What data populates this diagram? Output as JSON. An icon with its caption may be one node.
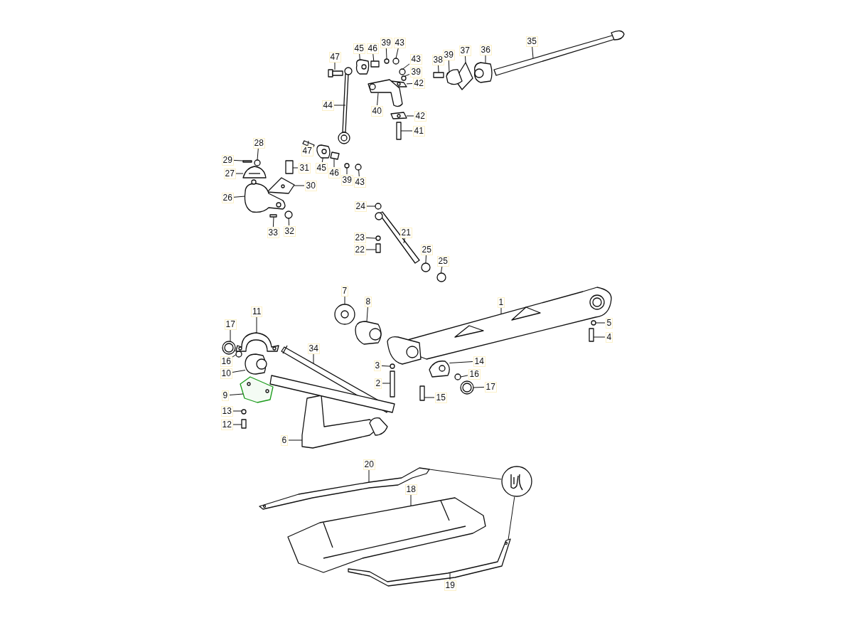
{
  "diagram": {
    "nodes": [
      {
        "text": [
          "47"
        ]
      },
      {
        "text": [
          "45"
        ]
      },
      {
        "text": [
          "46"
        ]
      },
      {
        "text": [
          "39"
        ]
      },
      {
        "text": [
          "43"
        ]
      },
      {
        "text": [
          "43"
        ]
      },
      {
        "text": [
          "39"
        ]
      },
      {
        "text": [
          "42"
        ]
      },
      {
        "text": [
          "40"
        ]
      },
      {
        "text": [
          "42"
        ]
      },
      {
        "text": [
          "41"
        ]
      },
      {
        "text": [
          "38"
        ]
      },
      {
        "text": [
          "39"
        ]
      },
      {
        "text": [
          "37"
        ]
      },
      {
        "text": [
          "36"
        ]
      },
      {
        "text": [
          "35"
        ]
      },
      {
        "text": [
          "44"
        ]
      },
      {
        "text": [
          "28"
        ]
      },
      {
        "text": [
          "29"
        ]
      },
      {
        "text": [
          "31"
        ]
      },
      {
        "text": [
          "27"
        ]
      },
      {
        "text": [
          "47"
        ]
      },
      {
        "text": [
          "45"
        ]
      },
      {
        "text": [
          "46"
        ]
      },
      {
        "text": [
          "39"
        ]
      },
      {
        "text": [
          "43"
        ]
      },
      {
        "text": [
          "30"
        ]
      },
      {
        "text": [
          "26"
        ]
      },
      {
        "text": [
          "33"
        ]
      },
      {
        "text": [
          "32"
        ]
      },
      {
        "text": [
          "24"
        ]
      },
      {
        "text": [
          "21"
        ]
      },
      {
        "text": [
          "23"
        ]
      },
      {
        "text": [
          "22"
        ]
      },
      {
        "text": [
          "25"
        ]
      },
      {
        "text": [
          "25"
        ]
      },
      {
        "text": [
          "7"
        ]
      },
      {
        "text": [
          "8"
        ]
      },
      {
        "text": [
          "11"
        ]
      },
      {
        "text": [
          "1"
        ]
      },
      {
        "text": [
          "17"
        ]
      },
      {
        "text": [
          "5"
        ]
      },
      {
        "text": [
          "4"
        ]
      },
      {
        "text": [
          "34"
        ]
      },
      {
        "text": [
          "16"
        ]
      },
      {
        "text": [
          "10"
        ]
      },
      {
        "text": [
          "3"
        ]
      },
      {
        "text": [
          "14"
        ]
      },
      {
        "text": [
          "16"
        ]
      },
      {
        "text": [
          "2"
        ]
      },
      {
        "text": [
          "17"
        ]
      },
      {
        "text": [
          "9"
        ]
      },
      {
        "text": [
          "15"
        ]
      },
      {
        "text": [
          "13"
        ]
      },
      {
        "text": [
          "12"
        ]
      },
      {
        "text": [
          "6"
        ]
      },
      {
        "text": [
          "20"
        ]
      },
      {
        "text": [
          "18"
        ]
      },
      {
        "text": [
          "19"
        ]
      },
      {
        "text": [],
        "shape": "circle"
      },
      {
        "text": [],
        "shape": "picture"
      },
      {
        "text": [],
        "shape": "picture"
      },
      {
        "text": [],
        "shape": "box"
      },
      {
        "text": [],
        "shape": "circle"
      },
      {
        "text": [],
        "shape": "circle"
      },
      {
        "text": [],
        "shape": "circle"
      },
      {
        "text": [],
        "shape": "circle"
      },
      {
        "text": [],
        "shape": "picture"
      },
      {
        "text": [],
        "shape": "picture"
      },
      {
        "text": [],
        "shape": "picture"
      },
      {
        "text": [],
        "shape": "box"
      },
      {
        "text": [],
        "shape": "box"
      },
      {
        "text": [],
        "shape": "circle"
      },
      {
        "text": [],
        "shape": "picture"
      },
      {
        "text": [],
        "shape": "picture"
      },
      {
        "text": [],
        "shape": "picture"
      },
      {
        "text": [],
        "shape": "picture"
      },
      {
        "text": [],
        "shape": "circle"
      },
      {
        "text": [],
        "shape": "box"
      },
      {
        "text": [],
        "shape": "box"
      },
      {
        "text": [],
        "shape": "picture"
      },
      {
        "text": [],
        "shape": "box"
      },
      {
        "text": [],
        "shape": "picture"
      },
      {
        "text": [],
        "shape": "box"
      },
      {
        "text": [],
        "shape": "circle"
      },
      {
        "text": [],
        "shape": "circle"
      },
      {
        "text": [],
        "shape": "picture"
      },
      {
        "text": [],
        "shape": "picture"
      },
      {
        "text": [],
        "shape": "box"
      },
      {
        "text": [],
        "shape": "circle"
      },
      {
        "text": [],
        "shape": "circle"
      },
      {
        "text": [],
        "shape": "picture"
      },
      {
        "text": [],
        "shape": "circle"
      },
      {
        "text": [],
        "shape": "box"
      },
      {
        "text": [],
        "shape": "circle"
      },
      {
        "text": [],
        "shape": "circle"
      },
      {
        "text": [],
        "shape": "picture"
      },
      {
        "text": [],
        "shape": "picture"
      },
      {
        "text": [],
        "shape": "picture"
      },
      {
        "text": [],
        "shape": "picture"
      },
      {
        "text": [],
        "shape": "picture"
      },
      {
        "text": [],
        "shape": "circle"
      },
      {
        "text": [],
        "shape": "box"
      },
      {
        "text": [],
        "shape": "picture"
      },
      {
        "text": [],
        "shape": "circle"
      },
      {
        "text": [],
        "shape": "picture"
      },
      {
        "text": [],
        "shape": "circle"
      },
      {
        "text": [],
        "shape": "picture"
      },
      {
        "text": [],
        "shape": "circle"
      },
      {
        "text": [],
        "shape": "box"
      },
      {
        "text": [],
        "shape": "picture"
      },
      {
        "text": [],
        "shape": "picture"
      },
      {
        "text": [],
        "shape": "box"
      },
      {
        "text": [],
        "shape": "circle"
      },
      {
        "text": [],
        "shape": "box"
      },
      {
        "text": [],
        "shape": "picture"
      },
      {
        "text": [],
        "shape": "picture"
      },
      {
        "text": [],
        "shape": "picture"
      },
      {
        "text": [],
        "shape": "picture"
      }
    ],
    "edges": [
      {
        "from": 0,
        "to": 60,
        "arrow": "none"
      },
      {
        "from": 1,
        "to": 61,
        "arrow": "none"
      },
      {
        "from": 2,
        "to": 62,
        "arrow": "none"
      },
      {
        "from": 3,
        "to": 63,
        "arrow": "none"
      },
      {
        "from": 4,
        "to": 64,
        "arrow": "none"
      },
      {
        "from": 5,
        "to": 65,
        "arrow": "none"
      },
      {
        "from": 6,
        "to": 66,
        "arrow": "none"
      },
      {
        "from": 7,
        "to": 67,
        "arrow": "none"
      },
      {
        "from": 8,
        "to": 68,
        "arrow": "none"
      },
      {
        "from": 9,
        "to": 69,
        "arrow": "none"
      },
      {
        "from": 10,
        "to": 70,
        "arrow": "none"
      },
      {
        "from": 11,
        "to": 71,
        "arrow": "none"
      },
      {
        "from": 12,
        "to": 72,
        "arrow": "none"
      },
      {
        "from": 13,
        "to": 73,
        "arrow": "none"
      },
      {
        "from": 14,
        "to": 74,
        "arrow": "none"
      },
      {
        "from": 15,
        "to": 75,
        "arrow": "none"
      },
      {
        "from": 16,
        "to": 76,
        "arrow": "none"
      },
      {
        "from": 17,
        "to": 77,
        "arrow": "none"
      },
      {
        "from": 18,
        "to": 78,
        "arrow": "none"
      },
      {
        "from": 19,
        "to": 79,
        "arrow": "none"
      },
      {
        "from": 20,
        "to": 80,
        "arrow": "none"
      },
      {
        "from": 21,
        "to": 81,
        "arrow": "none"
      },
      {
        "from": 22,
        "to": 82,
        "arrow": "none"
      },
      {
        "from": 23,
        "to": 83,
        "arrow": "none"
      },
      {
        "from": 24,
        "to": 84,
        "arrow": "none"
      },
      {
        "from": 25,
        "to": 85,
        "arrow": "none"
      },
      {
        "from": 26,
        "to": 86,
        "arrow": "none"
      },
      {
        "from": 27,
        "to": 87,
        "arrow": "none"
      },
      {
        "from": 28,
        "to": 88,
        "arrow": "none"
      },
      {
        "from": 29,
        "to": 89,
        "arrow": "none"
      },
      {
        "from": 30,
        "to": 90,
        "arrow": "none"
      },
      {
        "from": 31,
        "to": 91,
        "arrow": "none"
      },
      {
        "from": 32,
        "to": 92,
        "arrow": "none"
      },
      {
        "from": 33,
        "to": 93,
        "arrow": "none"
      },
      {
        "from": 34,
        "to": 94,
        "arrow": "none"
      },
      {
        "from": 35,
        "to": 95,
        "arrow": "none"
      },
      {
        "from": 36,
        "to": 96,
        "arrow": "none"
      },
      {
        "from": 37,
        "to": 97,
        "arrow": "none"
      },
      {
        "from": 38,
        "to": 98,
        "arrow": "none"
      },
      {
        "from": 39,
        "to": 99,
        "arrow": "none"
      },
      {
        "from": 40,
        "to": 100,
        "arrow": "none"
      },
      {
        "from": 41,
        "to": 101,
        "arrow": "none"
      },
      {
        "from": 42,
        "to": 102,
        "arrow": "none"
      },
      {
        "from": 43,
        "to": 103,
        "arrow": "none"
      },
      {
        "from": 44,
        "to": 104,
        "arrow": "none"
      },
      {
        "from": 45,
        "to": 105,
        "arrow": "none"
      },
      {
        "from": 46,
        "to": 106,
        "arrow": "none"
      },
      {
        "from": 47,
        "to": 107,
        "arrow": "none"
      },
      {
        "from": 48,
        "to": 108,
        "arrow": "none"
      },
      {
        "from": 49,
        "to": 109,
        "arrow": "none"
      },
      {
        "from": 50,
        "to": 110,
        "arrow": "none"
      },
      {
        "from": 51,
        "to": 111,
        "arrow": "none"
      },
      {
        "from": 52,
        "to": 112,
        "arrow": "none"
      },
      {
        "from": 53,
        "to": 113,
        "arrow": "none"
      },
      {
        "from": 54,
        "to": 114,
        "arrow": "none"
      },
      {
        "from": 55,
        "to": 115,
        "arrow": "none"
      },
      {
        "from": 56,
        "to": 116,
        "arrow": "none"
      },
      {
        "from": 57,
        "to": 117,
        "arrow": "none"
      },
      {
        "from": 58,
        "to": 118,
        "arrow": "none"
      },
      {
        "from": 59,
        "to": 116,
        "arrow": "none"
      },
      {
        "from": 59,
        "to": 118,
        "arrow": "none"
      }
    ]
  }
}
